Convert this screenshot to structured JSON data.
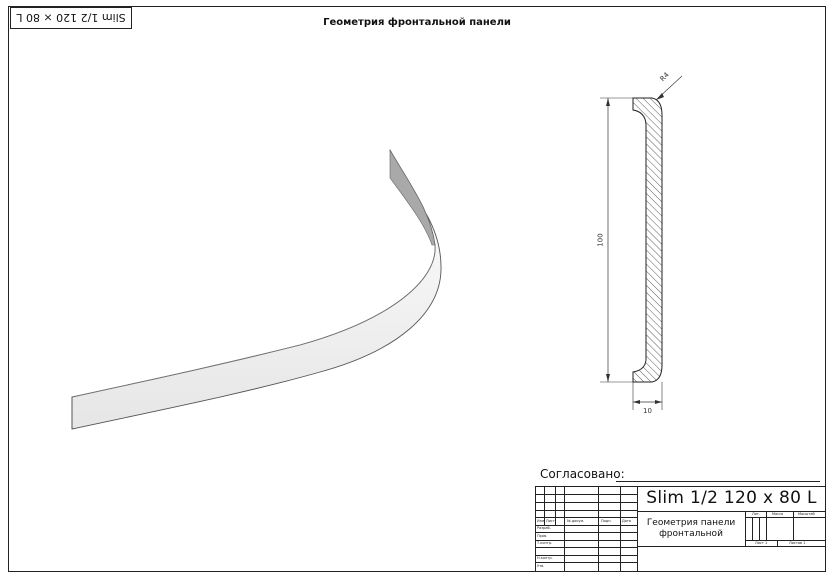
{
  "sheet": {
    "title": "Геометрия фронтальной панели",
    "stamp": "Slim 1/2 120 × 80 L"
  },
  "drawing": {
    "dim_radius": "R4",
    "dim_height": "100",
    "dim_width": "10"
  },
  "approval": {
    "label": "Согласовано:"
  },
  "title_block": {
    "code": "Slim 1/2 120 x 80 L",
    "name_line1": "Геометрия панели",
    "name_line2": "фронтальной",
    "col_labels": [
      "Изм.",
      "Лист",
      "№ докум.",
      "Подп.",
      "Дата"
    ],
    "row_labels": [
      "Разраб.",
      "Пров.",
      "Т.контр.",
      "Н.контр.",
      "Утв."
    ],
    "lit_label": "Лит.",
    "mass_label": "Масса",
    "scale_label": "Масштаб",
    "sheet_label": "Лист 1",
    "sheets_label": "Листов 1"
  }
}
